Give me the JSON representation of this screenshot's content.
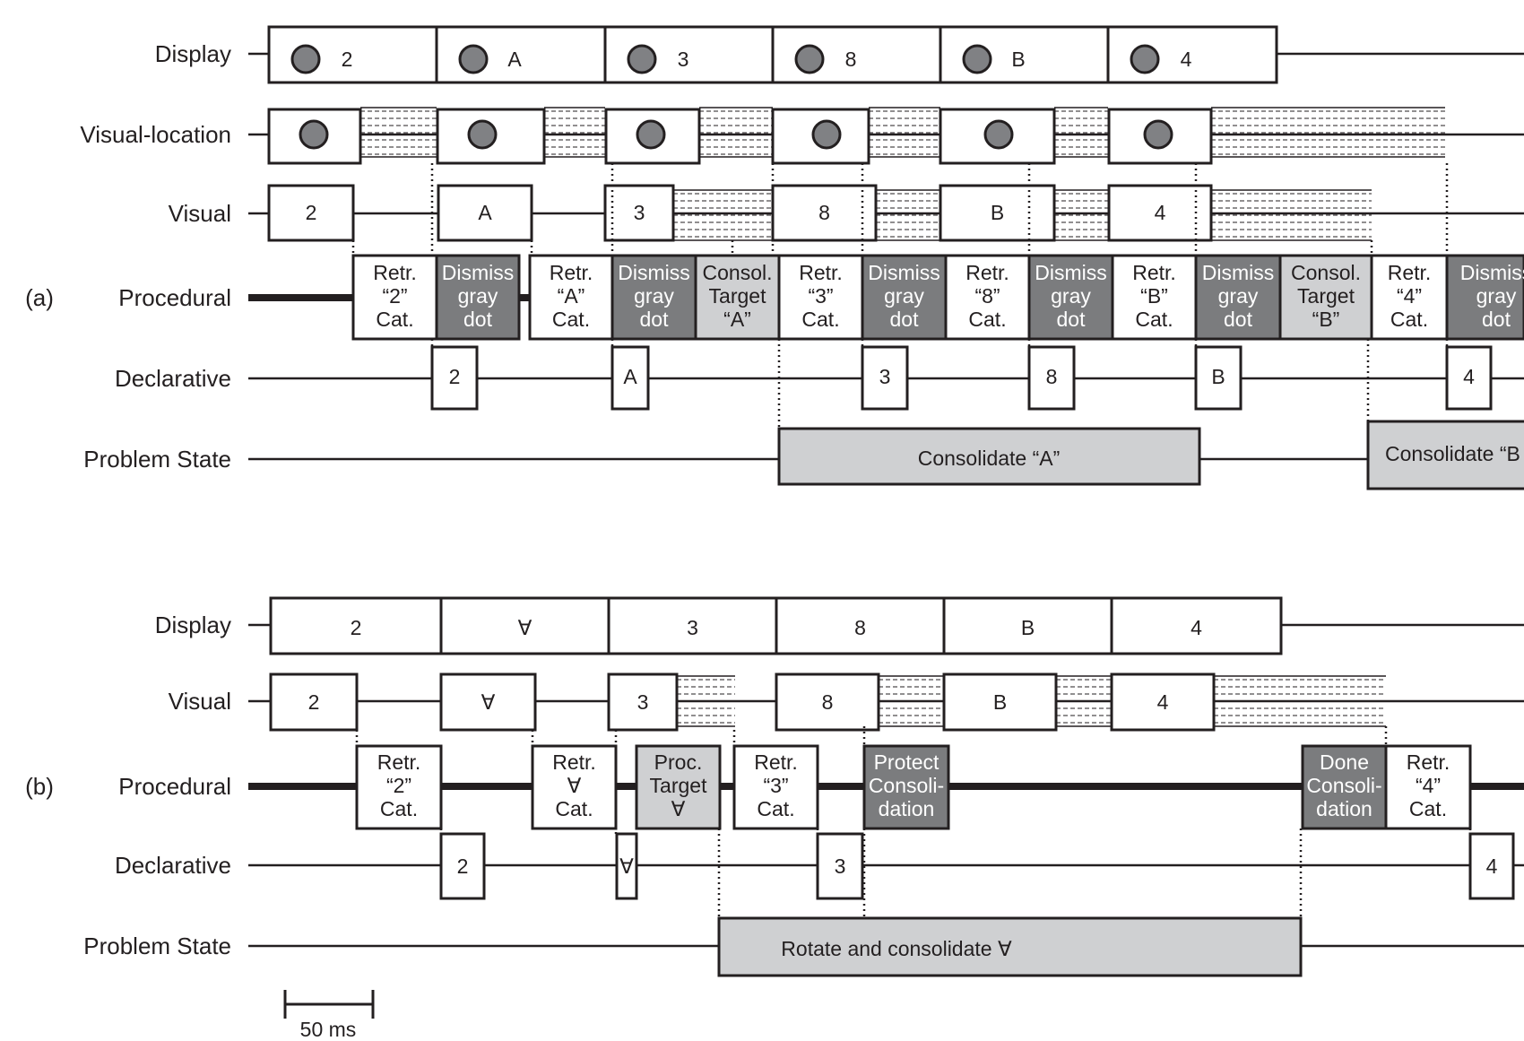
{
  "colors": {
    "ink": "#231f20",
    "dark_box": "#7b7c7e",
    "light_box": "#cfd0d2",
    "dot": "#808184",
    "white": "#ffffff"
  },
  "scale_bar": {
    "label": "50 ms"
  },
  "panels": [
    {
      "id": "a",
      "panel_label": "(a)",
      "rows": [
        {
          "key": "display",
          "label": "Display"
        },
        {
          "key": "visloc",
          "label": "Visual-location"
        },
        {
          "key": "visual",
          "label": "Visual"
        },
        {
          "key": "procedural",
          "label": "Procedural"
        },
        {
          "key": "declarative",
          "label": "Declarative"
        },
        {
          "key": "problem",
          "label": "Problem State"
        }
      ],
      "display": [
        {
          "text": "2",
          "dot": true
        },
        {
          "text": "A",
          "dot": true
        },
        {
          "text": "3",
          "dot": true
        },
        {
          "text": "8",
          "dot": true
        },
        {
          "text": "B",
          "dot": true
        },
        {
          "text": "4",
          "dot": true
        }
      ],
      "visual": [
        "2",
        "A",
        "3",
        "8",
        "B",
        "4"
      ],
      "procedural": [
        {
          "lines": [
            "Retr.",
            "“2”",
            "Cat."
          ],
          "style": "white"
        },
        {
          "lines": [
            "Dismiss",
            "gray",
            "dot"
          ],
          "style": "dark"
        },
        {
          "lines": [
            "Retr.",
            "“A”",
            "Cat."
          ],
          "style": "white"
        },
        {
          "lines": [
            "Dismiss",
            "gray",
            "dot"
          ],
          "style": "dark"
        },
        {
          "lines": [
            "Consol.",
            "Target",
            "“A”"
          ],
          "style": "light"
        },
        {
          "lines": [
            "Retr.",
            "“3”",
            "Cat."
          ],
          "style": "white"
        },
        {
          "lines": [
            "Dismiss",
            "gray",
            "dot"
          ],
          "style": "dark"
        },
        {
          "lines": [
            "Retr.",
            "“8”",
            "Cat."
          ],
          "style": "white"
        },
        {
          "lines": [
            "Dismiss",
            "gray",
            "dot"
          ],
          "style": "dark"
        },
        {
          "lines": [
            "Retr.",
            "“B”",
            "Cat."
          ],
          "style": "white"
        },
        {
          "lines": [
            "Dismiss",
            "gray",
            "dot"
          ],
          "style": "dark"
        },
        {
          "lines": [
            "Consol.",
            "Target",
            "“B”"
          ],
          "style": "light"
        },
        {
          "lines": [
            "Retr.",
            "“4”",
            "Cat."
          ],
          "style": "white"
        },
        {
          "lines": [
            "Dismiss",
            "gray",
            "dot"
          ],
          "style": "dark"
        }
      ],
      "declarative": [
        "2",
        "A",
        "3",
        "8",
        "B",
        "4"
      ],
      "problem": [
        "Consolidate “A”",
        "Consolidate “B"
      ]
    },
    {
      "id": "b",
      "panel_label": "(b)",
      "rows": [
        {
          "key": "display",
          "label": "Display"
        },
        {
          "key": "visual",
          "label": "Visual"
        },
        {
          "key": "procedural",
          "label": "Procedural"
        },
        {
          "key": "declarative",
          "label": "Declarative"
        },
        {
          "key": "problem",
          "label": "Problem State"
        }
      ],
      "display": [
        {
          "text": "2",
          "dot": false
        },
        {
          "text": "∀",
          "dot": false
        },
        {
          "text": "3",
          "dot": false
        },
        {
          "text": "8",
          "dot": false
        },
        {
          "text": "B",
          "dot": false
        },
        {
          "text": "4",
          "dot": false
        }
      ],
      "visual": [
        "2",
        "∀",
        "3",
        "8",
        "B",
        "4"
      ],
      "procedural": [
        {
          "lines": [
            "Retr.",
            "“2”",
            "Cat."
          ],
          "style": "white"
        },
        {
          "lines": [
            "Retr.",
            "∀",
            "Cat."
          ],
          "style": "white"
        },
        {
          "lines": [
            "Proc.",
            "Target",
            "∀"
          ],
          "style": "light"
        },
        {
          "lines": [
            "Retr.",
            "“3”",
            "Cat."
          ],
          "style": "white"
        },
        {
          "lines": [
            "Protect",
            "Consoli-",
            "dation"
          ],
          "style": "dark"
        },
        {
          "lines": [
            "Done",
            "Consoli-",
            "dation"
          ],
          "style": "dark"
        },
        {
          "lines": [
            "Retr.",
            "“4”",
            "Cat."
          ],
          "style": "white"
        }
      ],
      "declarative": [
        "2",
        "∀",
        "3",
        "4"
      ],
      "problem": [
        "Rotate and consolidate   ∀"
      ]
    }
  ]
}
